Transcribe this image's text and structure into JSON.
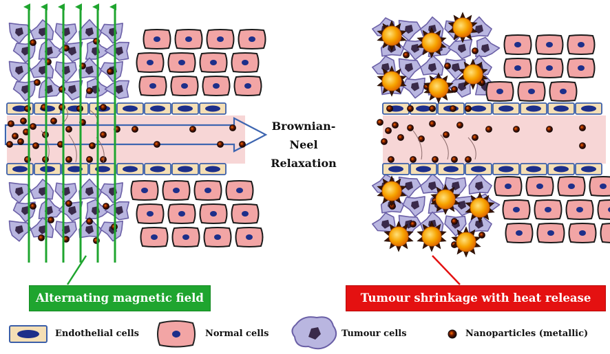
{
  "center_label": {
    "lines": [
      "Brownian-",
      "Neel",
      "Relaxation"
    ]
  },
  "left_banner": "Alternating magnetic field",
  "right_banner": "Tumour shrinkage with heat release",
  "legend": {
    "endothelial": "Endothelial cells",
    "normal": "Normal cells",
    "tumour": "Tumour cells",
    "nanoparticles": "Nanoparticles (metallic)"
  },
  "colors": {
    "field_arrow": "#1fa52f",
    "banner_left": "#1fa52f",
    "banner_right": "#e41111",
    "normal_cell": "#f2a5a5",
    "tumour_cell": "#b9b6e0",
    "nucleus": "#1d2f8a",
    "vessel": "#f7d6d6",
    "endothelial": "#f5dfb5",
    "heat_sun": "#f39a00"
  }
}
